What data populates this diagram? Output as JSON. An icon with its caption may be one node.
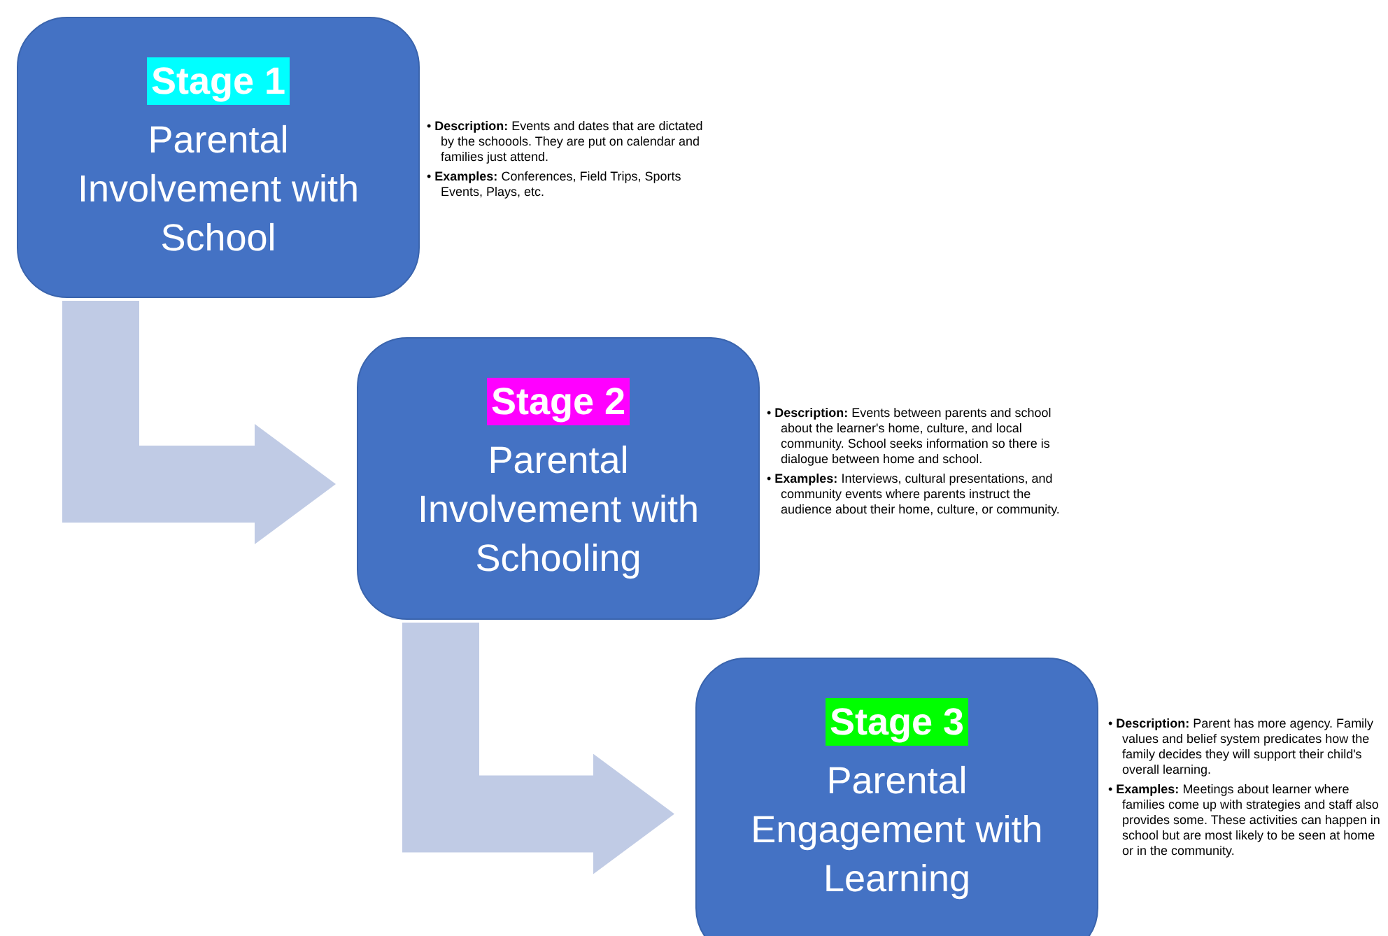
{
  "diagram": {
    "nodes": [
      {
        "text": [
          "Stage 1",
          "Parental Involvement with School"
        ],
        "beside": [
          "• **Description:** Events and dates that are dictated by the schoools. They are put on calendar and families just attend.",
          "• **Examples:** Conferences, Field Trips, Sports Events, Plays, etc."
        ]
      },
      {
        "text": [
          "Stage 2",
          "Parental Involvement with Schooling"
        ],
        "beside": [
          "• **Description:** Events between parents and school about the learner's home, culture, and local community. School seeks information so there is dialogue between home and school.",
          "• **Examples:** Interviews, cultural presentations, and community events where parents instruct the audience about their home, culture, or community."
        ]
      },
      {
        "text": [
          "Stage 3",
          "Parental Engagement with Learning"
        ],
        "beside": [
          "• **Description:** Parent has more agency. Family values and belief system predicates how the family decides they will support their child's overall learning.",
          "• **Examples:** Meetings about learner where families come up with strategies and staff also provides some. These activities can happen in school but are most likely to be seen at home or in the community."
        ]
      }
    ],
    "edges": [
      {
        "from": 0,
        "to": 1,
        "arrow": "to"
      },
      {
        "from": 1,
        "to": 2,
        "arrow": "to"
      }
    ]
  }
}
